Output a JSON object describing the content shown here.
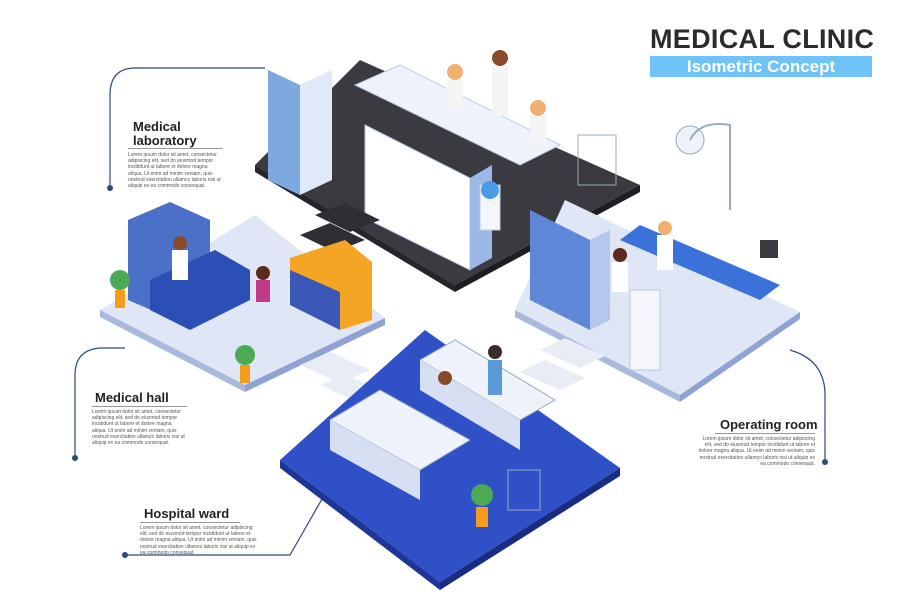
{
  "header": {
    "title": "MEDICAL CLINIC",
    "subtitle": "Isometric Concept"
  },
  "sections": {
    "lab": {
      "title_line1": "Medical",
      "title_line2": "laboratory",
      "text": "Lorem ipsum dolor sit amet, consectetur adipiscing elit, sed do eiusmod tempor incididunt ut labore et dolore magna aliqua. Ut enim ad minim veniam, quis nostrud exercitation ullamco laboris nisi ut aliquip ex ea commodo consequat."
    },
    "hall": {
      "title": "Medical hall",
      "text": "Lorem ipsum dolor sit amet, consectetur adipiscing elit, sed do eiusmod tempor incididunt ut labore et dolore magna aliqua. Ut enim ad minim veniam, quis nostrud exercitation ullamco laboris nisi ut aliquip ex ea commodo consequat."
    },
    "ward": {
      "title": "Hospital ward",
      "text": "Lorem ipsum dolor sit amet, consectetur adipiscing elit, sed do eiusmod tempor incididunt ut labore et dolore magna aliqua. Ut enim ad minim veniam, quis nostrud exercitation ullamco laboris nisi ut aliquip ex ea commodo consequat."
    },
    "operating": {
      "title": "Operating room",
      "text": "Lorem ipsum dolor sit amet, consectetur adipiscing elit, sed do eiusmod tempor incididunt ut labore et dolore magna aliqua. Ut enim ad minim veniam, quis nostrud exercitation ullamco laboris nisi ut aliquip ex ea commodo consequat."
    }
  },
  "colors": {
    "accent": "#6fc3f7",
    "ward_floor": "#3050c8",
    "lab_floor": "#3a3a40",
    "line": "#2d4a7a"
  }
}
